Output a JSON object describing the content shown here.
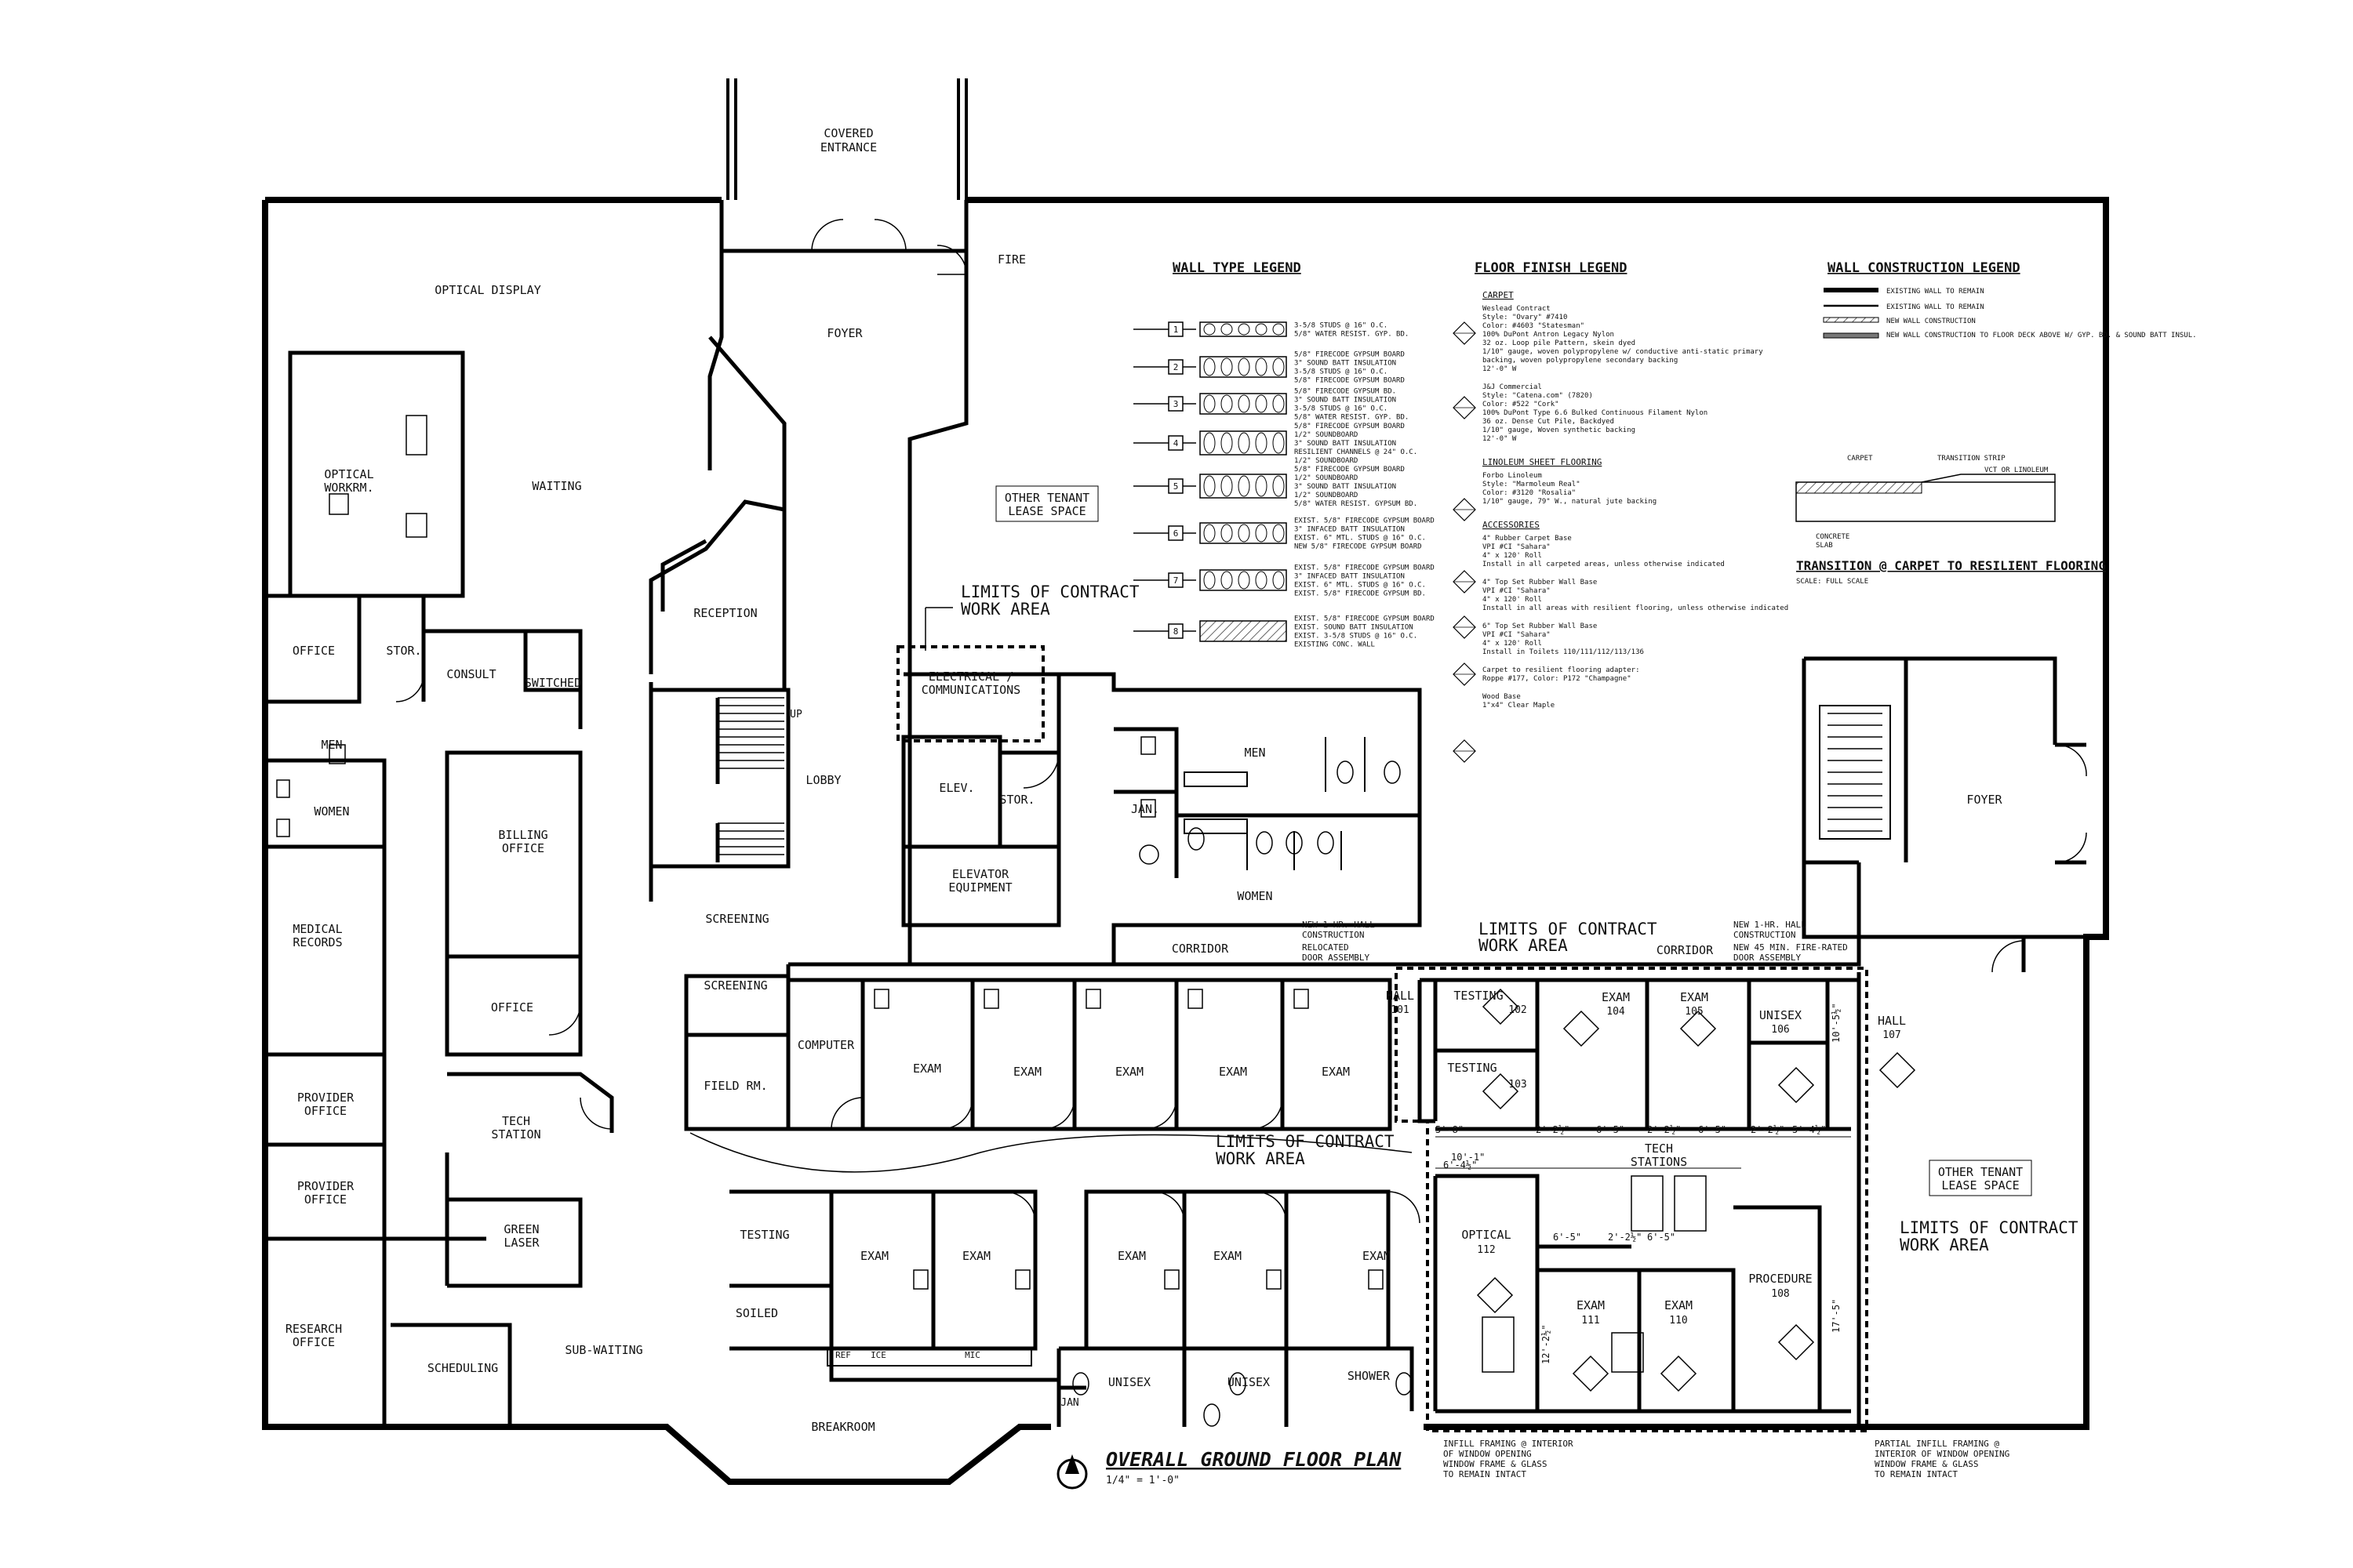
{
  "rooms": {
    "covered_entrance": [
      "COVERED",
      "ENTRANCE"
    ],
    "optical_display": "OPTICAL DISPLAY",
    "fire": "FIRE",
    "foyer_main": "FOYER",
    "waiting": "WAITING",
    "optical_workroom": [
      "OPTICAL",
      "WORKRM."
    ],
    "reception": "RECEPTION",
    "other_tenant_1": [
      "OTHER TENANT",
      "LEASE SPACE"
    ],
    "office_1": "OFFICE",
    "stor_1": "STOR.",
    "consult": "CONSULT",
    "switched": "SWITCHED",
    "electrical": [
      "ELECTRICAL /",
      "COMMUNICATIONS"
    ],
    "men_1": "MEN",
    "men_2": "MEN",
    "women_1": "WOMEN",
    "women_2": "WOMEN",
    "lobby": "LOBBY",
    "up": "UP",
    "elev": "ELEV.",
    "stor_2": "STOR.",
    "jan_1": "JAN.",
    "elevator_equipment": [
      "ELEVATOR",
      "EQUIPMENT"
    ],
    "billing_office": [
      "BILLING",
      "OFFICE"
    ],
    "medical_records": [
      "MEDICAL",
      "RECORDS"
    ],
    "foyer_east": "FOYER",
    "screening_1": "SCREENING",
    "screening_2": "SCREENING",
    "corridor_1": "CORRIDOR",
    "corridor_2": "CORRIDOR",
    "office_2": "OFFICE",
    "computer": "COMPUTER",
    "field_rm": "FIELD RM.",
    "exam": "EXAM",
    "provider_office": [
      "PROVIDER",
      "OFFICE"
    ],
    "tech_station": [
      "TECH",
      "STATION"
    ],
    "green_laser": [
      "GREEN",
      "LASER"
    ],
    "testing": "TESTING",
    "soiled": "SOILED",
    "research_office": [
      "RESEARCH",
      "OFFICE"
    ],
    "scheduling": "SCHEDULING",
    "sub_waiting": "SUB-WAITING",
    "breakroom": "BREAKROOM",
    "unisex": "UNISEX",
    "shower": "SHOWER",
    "jan_2": "JAN",
    "hall": "HALL",
    "tech_stations": [
      "TECH",
      "STATIONS"
    ],
    "optical": "OPTICAL",
    "procedure": "PROCEDURE",
    "other_tenant_2": [
      "OTHER TENANT",
      "LEASE SPACE"
    ],
    "appliances": [
      "REF",
      "ICE",
      "MIC"
    ]
  },
  "room_numbers": {
    "hall_101": "101",
    "testing_102": "102",
    "testing_103": "103",
    "exam_104": "104",
    "exam_105": "105",
    "unisex_106": "106",
    "hall_107": "107",
    "procedure_108": "108",
    "exam_110": "110",
    "exam_111": "111",
    "optical_112": "112"
  },
  "limits": {
    "top_center": [
      "LIMITS OF CONTRACT",
      "WORK AREA"
    ],
    "corridor": [
      "LIMITS OF CONTRACT",
      "WORK AREA"
    ],
    "middle": [
      "LIMITS OF CONTRACT",
      "WORK AREA"
    ],
    "right": [
      "LIMITS OF CONTRACT",
      "WORK AREA"
    ]
  },
  "notes": {
    "new_hall": [
      "NEW 1-HR. HALL",
      "CONSTRUCTION",
      "RELOCATED",
      "DOOR ASSEMBLY"
    ],
    "new_hall_right": [
      "NEW 1-HR. HALL",
      "CONSTRUCTION",
      "NEW 45 MIN. FIRE-RATED",
      "DOOR ASSEMBLY"
    ],
    "infill_left": [
      "INFILL FRAMING @ INTERIOR",
      "OF WINDOW OPENING",
      "WINDOW FRAME & GLASS",
      "TO REMAIN INTACT"
    ],
    "infill_right": [
      "PARTIAL INFILL FRAMING @",
      "INTERIOR OF WINDOW OPENING",
      "WINDOW FRAME & GLASS",
      "TO REMAIN INTACT"
    ]
  },
  "dimensions": {
    "d1": "5'-8\"",
    "d2": "2'-2½\"",
    "d3": "6'-5\"",
    "d4": "2'-2½\"",
    "d5": "6'-5\"",
    "d6": "2'-2½\"",
    "d7": "5'-4½\"",
    "d8": "6'-4½\"",
    "d9": "6'-5\"",
    "d10": "2'-2½\"",
    "d11": "6'-5\"",
    "d12": "10'-5½\"",
    "d13": "17'-5\"",
    "d14": "12'-2½\"",
    "d15": "10'-1\""
  },
  "wall_type_legend": {
    "title": "WALL TYPE LEGEND",
    "items": [
      {
        "num": "1",
        "lines": [
          "3-5/8 STUDS @ 16\" O.C.",
          "5/8\" WATER RESIST. GYP. BD."
        ]
      },
      {
        "num": "2",
        "lines": [
          "5/8\" FIRECODE GYPSUM BOARD",
          "3\" SOUND BATT INSULATION",
          "3-5/8 STUDS @ 16\" O.C.",
          "5/8\" FIRECODE GYPSUM BOARD"
        ]
      },
      {
        "num": "3",
        "lines": [
          "5/8\" FIRECODE GYPSUM BD.",
          "3\" SOUND BATT INSULATION",
          "3-5/8 STUDS @ 16\" O.C.",
          "5/8\" WATER RESIST. GYP. BD."
        ]
      },
      {
        "num": "4",
        "lines": [
          "5/8\" FIRECODE GYPSUM BOARD",
          "1/2\" SOUNDBOARD",
          "3\" SOUND BATT INSULATION",
          "RESILIENT CHANNELS @ 24\" O.C.",
          "1/2\" SOUNDBOARD"
        ]
      },
      {
        "num": "5",
        "lines": [
          "5/8\" FIRECODE GYPSUM BOARD",
          "1/2\" SOUNDBOARD",
          "3\" SOUND BATT INSULATION",
          "1/2\" SOUNDBOARD",
          "5/8\" WATER RESIST. GYPSUM BD."
        ]
      },
      {
        "num": "6",
        "lines": [
          "EXIST. 5/8\" FIRECODE GYPSUM BOARD",
          "3\" INFACED BATT INSULATION",
          "EXIST. 6\" MTL. STUDS @ 16\" O.C.",
          "NEW 5/8\" FIRECODE GYPSUM BOARD"
        ]
      },
      {
        "num": "7",
        "lines": [
          "EXIST. 5/8\" FIRECODE GYPSUM BOARD",
          "3\" INFACED BATT INSULATION",
          "EXIST. 6\" MTL. STUDS @ 16\" O.C.",
          "EXIST. 5/8\" FIRECODE GYPSUM BD."
        ]
      },
      {
        "num": "8",
        "lines": [
          "EXIST. 5/8\" FIRECODE GYPSUM BOARD",
          "EXIST. SOUND BATT INSULATION",
          "EXIST. 3-5/8 STUDS @ 16\" O.C.",
          "EXISTING CONC. WALL"
        ]
      }
    ]
  },
  "floor_finish_legend": {
    "title": "FLOOR FINISH LEGEND",
    "sections": [
      {
        "heading": "CARPET",
        "lines": [
          "Weslead Contract",
          "Style: \"Ovary\" #7410",
          "Color: #4603 \"Statesman\"",
          "100% DuPont Antron Legacy Nylon",
          "32 oz. Loop pile Pattern, skein dyed",
          "1/10\" gauge, woven polypropylene w/ conductive anti-static primary",
          "backing, woven polypropylene secondary backing",
          "12'-0\" W",
          "J&J Commercial",
          "Style: \"Catena.com\" (7820)",
          "Color: #522 \"Cork\"",
          "100% DuPont Type 6.6 Bulked Continuous Filament Nylon",
          "36 oz. Dense Cut Pile, Backdyed",
          "1/10\" gauge, Woven synthetic backing",
          "12'-0\" W"
        ]
      },
      {
        "heading": "LINOLEUM SHEET FLOORING",
        "lines": [
          "Forbo Linoleum",
          "Style: \"Marmoleum Real\"",
          "Color: #3120 \"Rosalia\"",
          "1/10\" gauge, 79\" W., natural jute backing"
        ]
      },
      {
        "heading": "ACCESSORIES",
        "lines": [
          "4\" Rubber Carpet Base",
          "VPI #CI \"Sahara\"",
          "4\" x 120' Roll",
          "Install in all carpeted areas, unless otherwise indicated",
          "4\" Top Set Rubber Wall Base",
          "VPI #CI \"Sahara\"",
          "4\" x 120' Roll",
          "Install in all areas with resilient flooring, unless otherwise indicated",
          "6\" Top Set Rubber Wall Base",
          "VPI #CI \"Sahara\"",
          "4\" x 120' Roll",
          "Install in Toilets 110/111/112/113/136",
          "Carpet to resilient flooring adapter:",
          "Roppe #177, Color: P172 \"Champagne\"",
          "Wood Base",
          "1\"x4\" Clear Maple"
        ]
      }
    ]
  },
  "wall_construction_legend": {
    "title": "WALL CONSTRUCTION LEGEND",
    "items": [
      "EXISTING WALL TO REMAIN",
      "EXISTING WALL TO REMAIN",
      "NEW WALL CONSTRUCTION",
      "NEW WALL CONSTRUCTION TO FLOOR DECK ABOVE W/ GYP. BD. & SOUND BATT INSUL."
    ]
  },
  "transition_detail": {
    "labels": [
      "CARPET",
      "TRANSITION STRIP",
      "VCT OR LINOLEUM",
      "CONCRETE",
      "SLAB"
    ],
    "title": "TRANSITION @ CARPET TO RESILIENT FLOORING",
    "scale": "SCALE: FULL SCALE"
  },
  "plan_title": {
    "title": "OVERALL GROUND FLOOR PLAN",
    "scale": "1/4\" = 1'-0\""
  }
}
